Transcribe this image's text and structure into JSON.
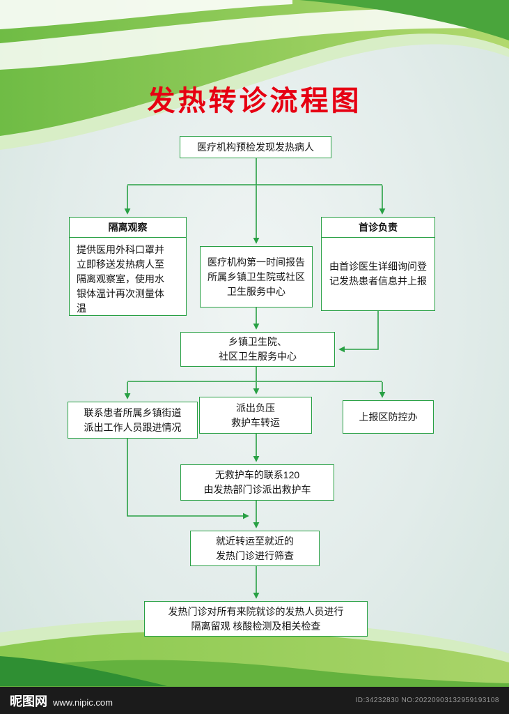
{
  "title": "发热转诊流程图",
  "colors": {
    "accent_green": "#28a044",
    "title_red": "#e60012",
    "wave_green_dark": "#4aa53c",
    "wave_green_light": "#b2d96e",
    "footer_bg": "#1b1b1b"
  },
  "flow": {
    "start": "医疗机构预检发现发热病人",
    "isolation": {
      "header": "隔离观察",
      "body": [
        "提供医用外科口罩并",
        "立即移送发热病人至",
        "隔离观察室，使用水",
        "银体温计再次测量体",
        "温"
      ]
    },
    "report": [
      "医疗机构第一时间报告",
      "所属乡镇卫生院或社区",
      "卫生服务中心"
    ],
    "first_visit": {
      "header": "首诊负责",
      "body": [
        "由首诊医生详细询问登",
        "记发热患者信息并上报"
      ]
    },
    "township": [
      "乡镇卫生院、",
      "社区卫生服务中心"
    ],
    "contact_street": [
      "联系患者所属乡镇街道",
      "派出工作人员跟进情况"
    ],
    "dispatch_ambulance": [
      "派出负压",
      "救护车转运"
    ],
    "report_district": "上报区防控办",
    "call_120": [
      "无救护车的联系120",
      "由发热部门诊派出救护车"
    ],
    "transfer_nearby": [
      "就近转运至就近的",
      "发热门诊进行筛查"
    ],
    "final_check": [
      "发热门诊对所有来院就诊的发热人员进行",
      "隔离留观 核酸检测及相关检查"
    ]
  },
  "footer": {
    "site_name": "昵图网",
    "site_url": "www.nipic.com",
    "meta": "ID:34232830 NO:20220903132959193108"
  }
}
